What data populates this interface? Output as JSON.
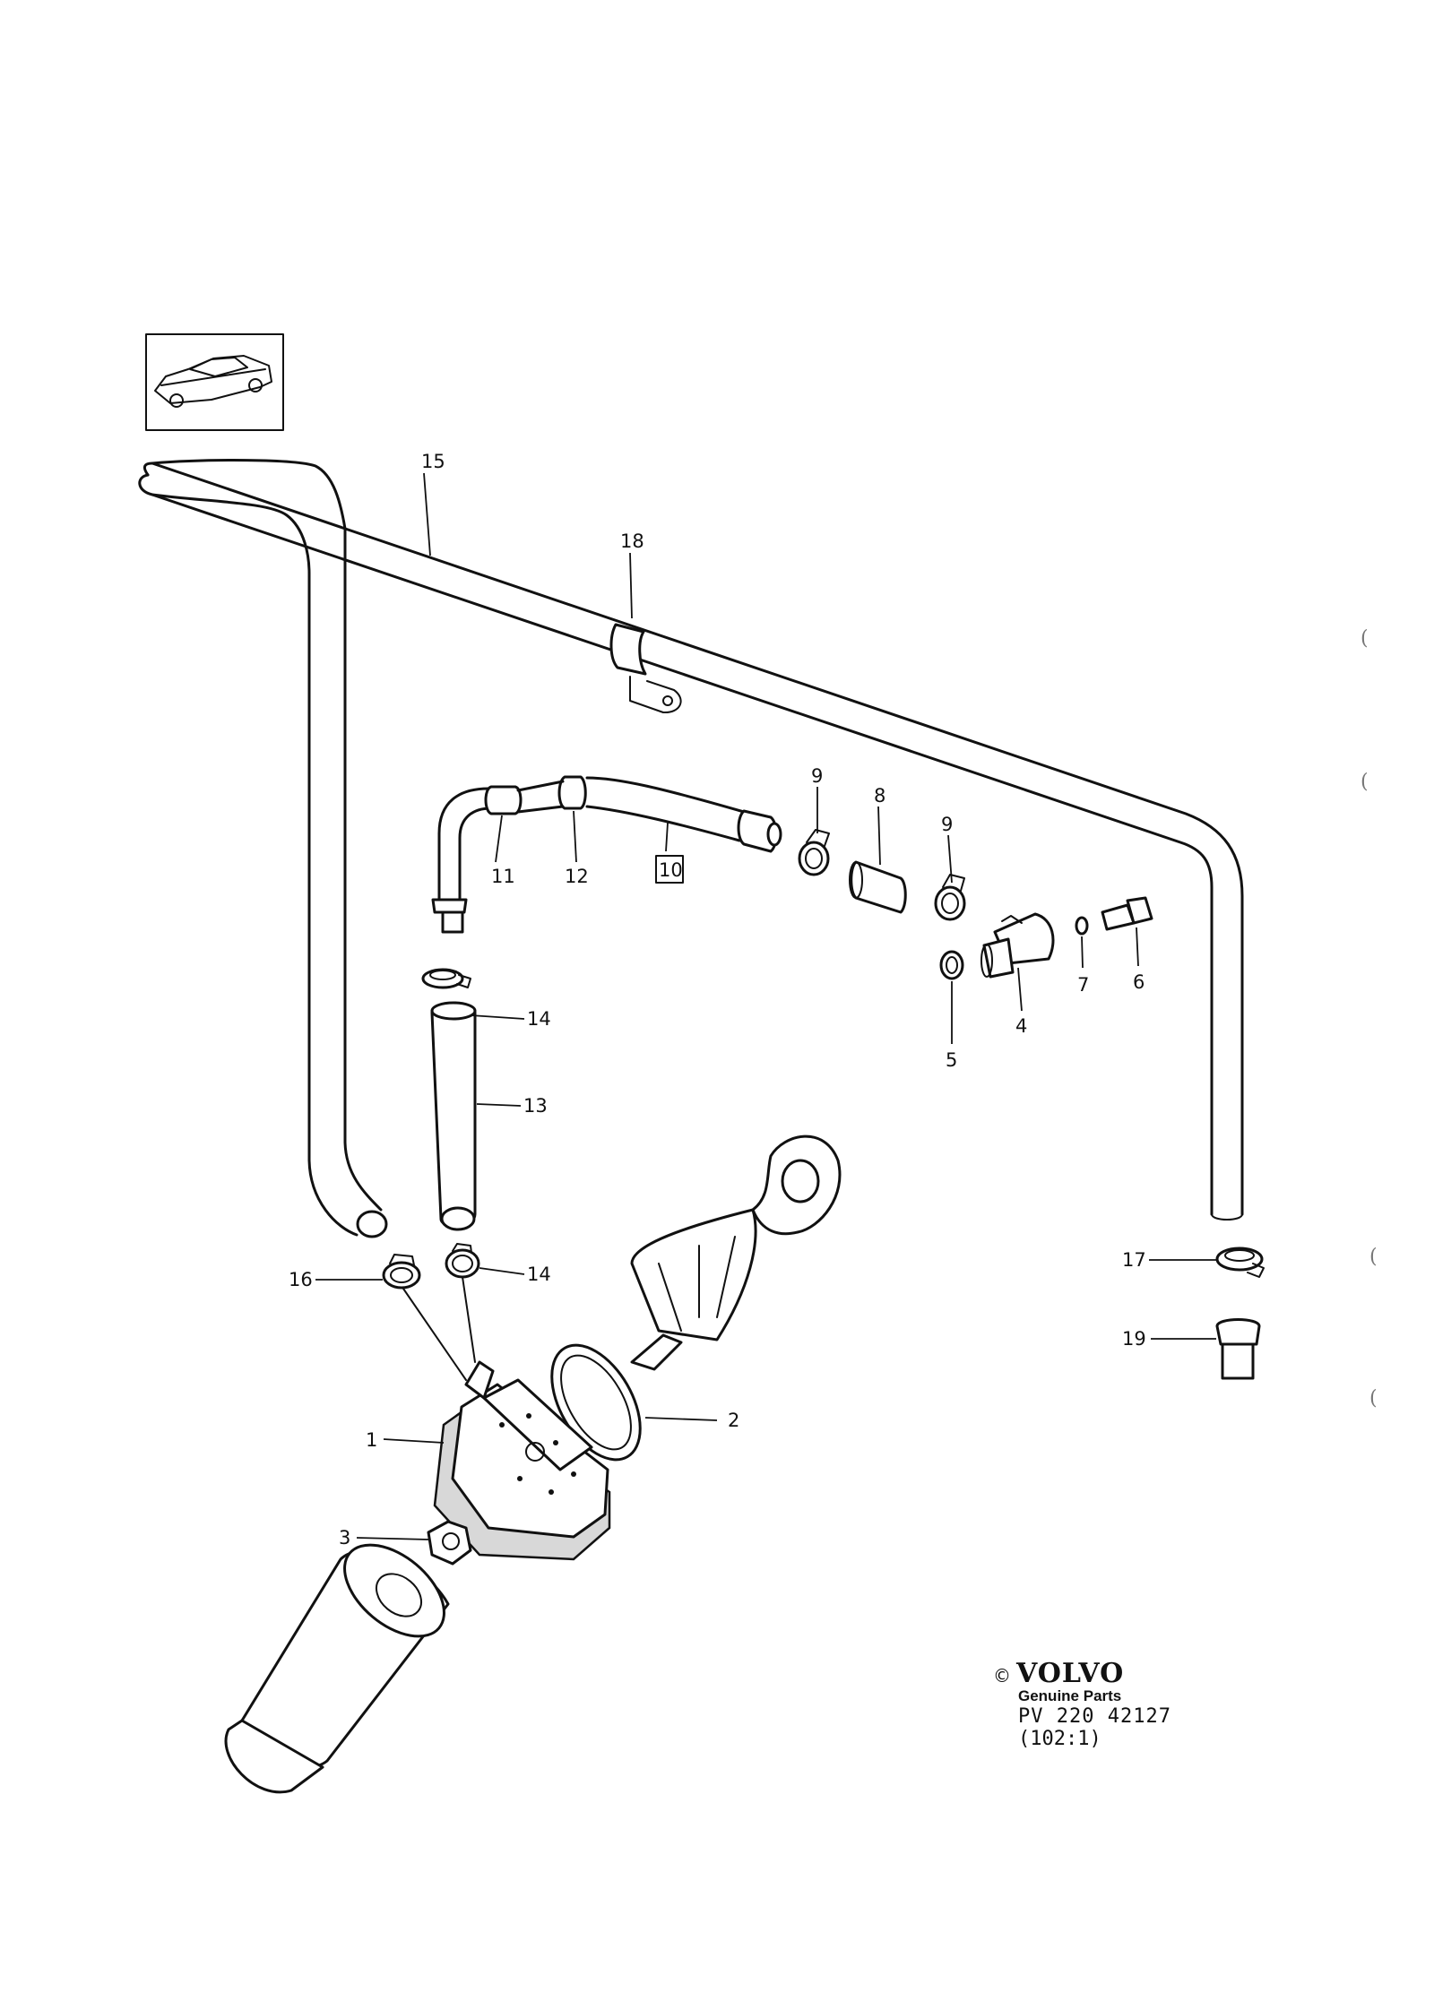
{
  "callouts": [
    "1",
    "2",
    "3",
    "4",
    "5",
    "6",
    "7",
    "8",
    "9",
    "9",
    "10",
    "11",
    "12",
    "13",
    "14",
    "14",
    "15",
    "16",
    "17",
    "18",
    "19"
  ],
  "brand": {
    "copyright": "©",
    "logo": "VOLVO",
    "tagline": "Genuine Parts",
    "code": "PV 220 42127",
    "scale": "(102:1)"
  },
  "edge_marks": [
    "(",
    "(",
    "(",
    "("
  ],
  "colors": {
    "ink": "#111111",
    "paper": "#ffffff"
  },
  "icons": {
    "thumbnail": "sedan-car-icon"
  }
}
